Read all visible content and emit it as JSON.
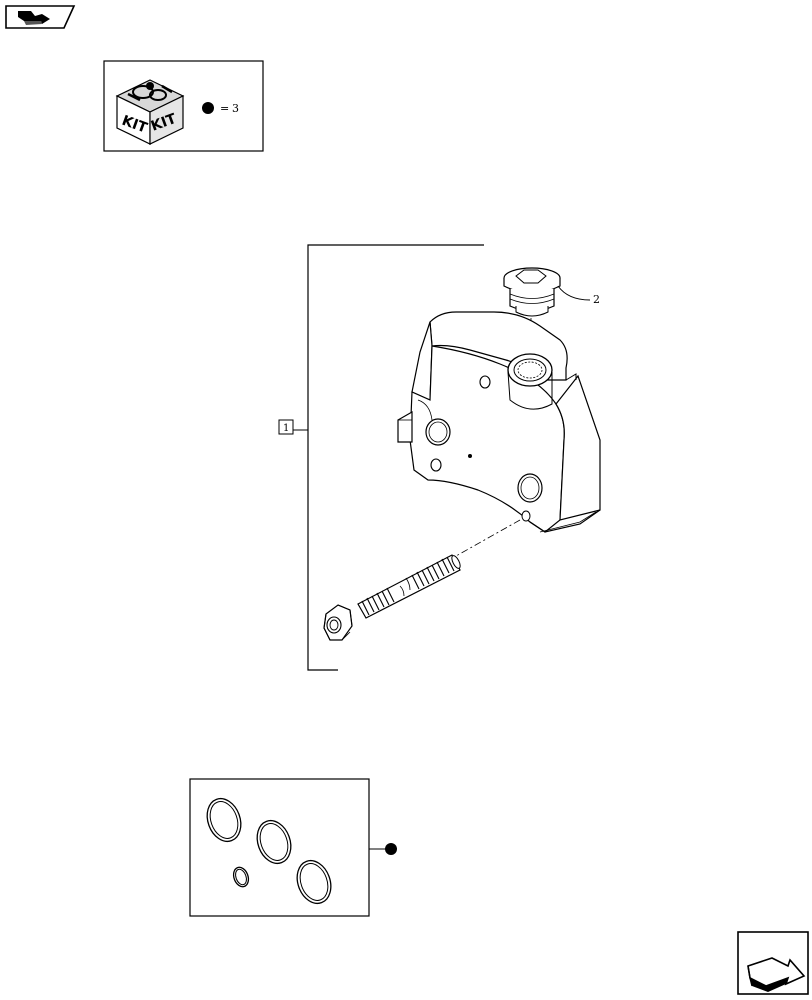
{
  "kit_legend": {
    "kit_word_left": "KIT",
    "kit_word_right": "KIT",
    "equals": "=",
    "ref": "3"
  },
  "callouts": {
    "assembly_ref": "1",
    "plug_ref": "2"
  },
  "icons": {
    "top_nav": "back-arrow-icon",
    "bottom_nav": "forward-arrow-icon",
    "kit_box": "kit-box-icon",
    "kit_marker": "filled-dot-marker"
  }
}
